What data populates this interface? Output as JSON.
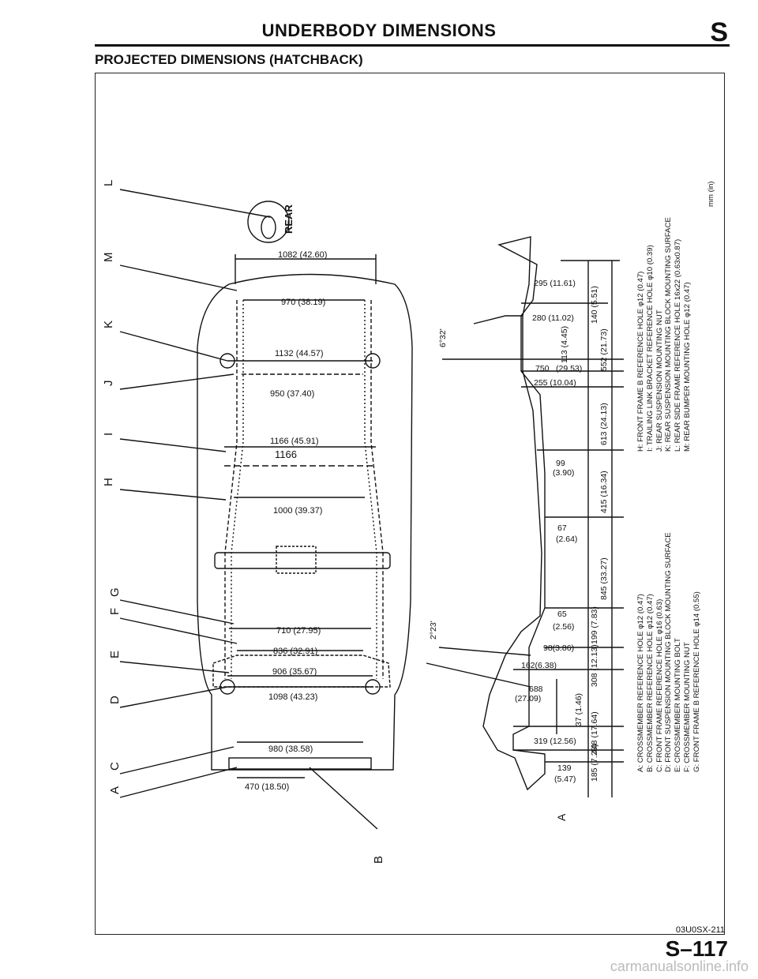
{
  "header": {
    "title": "UNDERBODY DIMENSIONS",
    "section": "S"
  },
  "subtitle": "PROJECTED DIMENSIONS (HATCHBACK)",
  "top_view": {
    "points": [
      "L",
      "M",
      "K",
      "J",
      "I",
      "H",
      "G",
      "F",
      "E",
      "D",
      "C",
      "A",
      "B"
    ],
    "rear": "REAR",
    "dims": [
      "1082 (42.60)",
      "970 (38.19)",
      "1132 (44.57)",
      "950 (37.40)",
      "1166 (45.91)",
      "1166",
      "1000 (39.37)",
      "710 (27.95)",
      "836 (32.91)",
      "906 (35.67)",
      "1098 (43.23)",
      "980 (38.58)",
      "470 (18.50)"
    ]
  },
  "side_view": {
    "angles": [
      "6°32'",
      "2°23'"
    ],
    "dims": [
      "295 (11.61)",
      "140 (5.51)",
      "280 (11.02)",
      "113 (4.45)",
      "552 (21.73)",
      "750",
      "(29.53)",
      "255 (10.04)",
      "613 (24.13)",
      "99",
      "(3.90)",
      "415 (16.34)",
      "67",
      "(2.64)",
      "845 (33.27)",
      "65",
      "(2.56)",
      "199 (7.83)",
      "98(3.86)",
      "308 (12.13)",
      "162(6.38)",
      "688",
      "(27.09)",
      "37 (1.46)",
      "448 (17.64)",
      "319 (12.56)",
      "185 (7.28)",
      "139",
      "(5.47)",
      "A"
    ]
  },
  "legend_left": [
    "A: CROSSMEMBER REFERENCE HOLE φ12 (0.47)",
    "B: CROSSMEMBER REFERENCE HOLE φ12 (0.47)",
    "C: FRONT FRAME REFERENCE HOLE φ16 (0.63)",
    "D: FRONT SUSPENSION MOUNTING BLOCK MOUNTING SURFACE",
    "E: CROSSMEMBER MOUNTING BOLT",
    "F: CROSSMEMBER MOUNTING NUT",
    "G: FRONT FRAME B REFERENCE HOLE φ14 (0.55)"
  ],
  "legend_right": [
    "H: FRONT FRAME B REFERENCE HOLE φ12 (0.47)",
    "I: TRAILING LINK BRACKET REFERENCE HOLE φ10 (0.39)",
    "J: REAR SUSPENSION MOUNTING NUT",
    "K: REAR SUSPENSION MOUNTING BLOCK MOUNTING SURFACE",
    "L: REAR SIDE FRAME REFERENCE HOLE 16x22 (0.63x0.87)",
    "M: REAR BUMPER MOUNTING HOLE φ12 (0.47)"
  ],
  "units": "mm (in)",
  "footer": {
    "figure_code": "03U0SX-211",
    "page": "S–117",
    "watermark": "carmanualsonline.info"
  }
}
